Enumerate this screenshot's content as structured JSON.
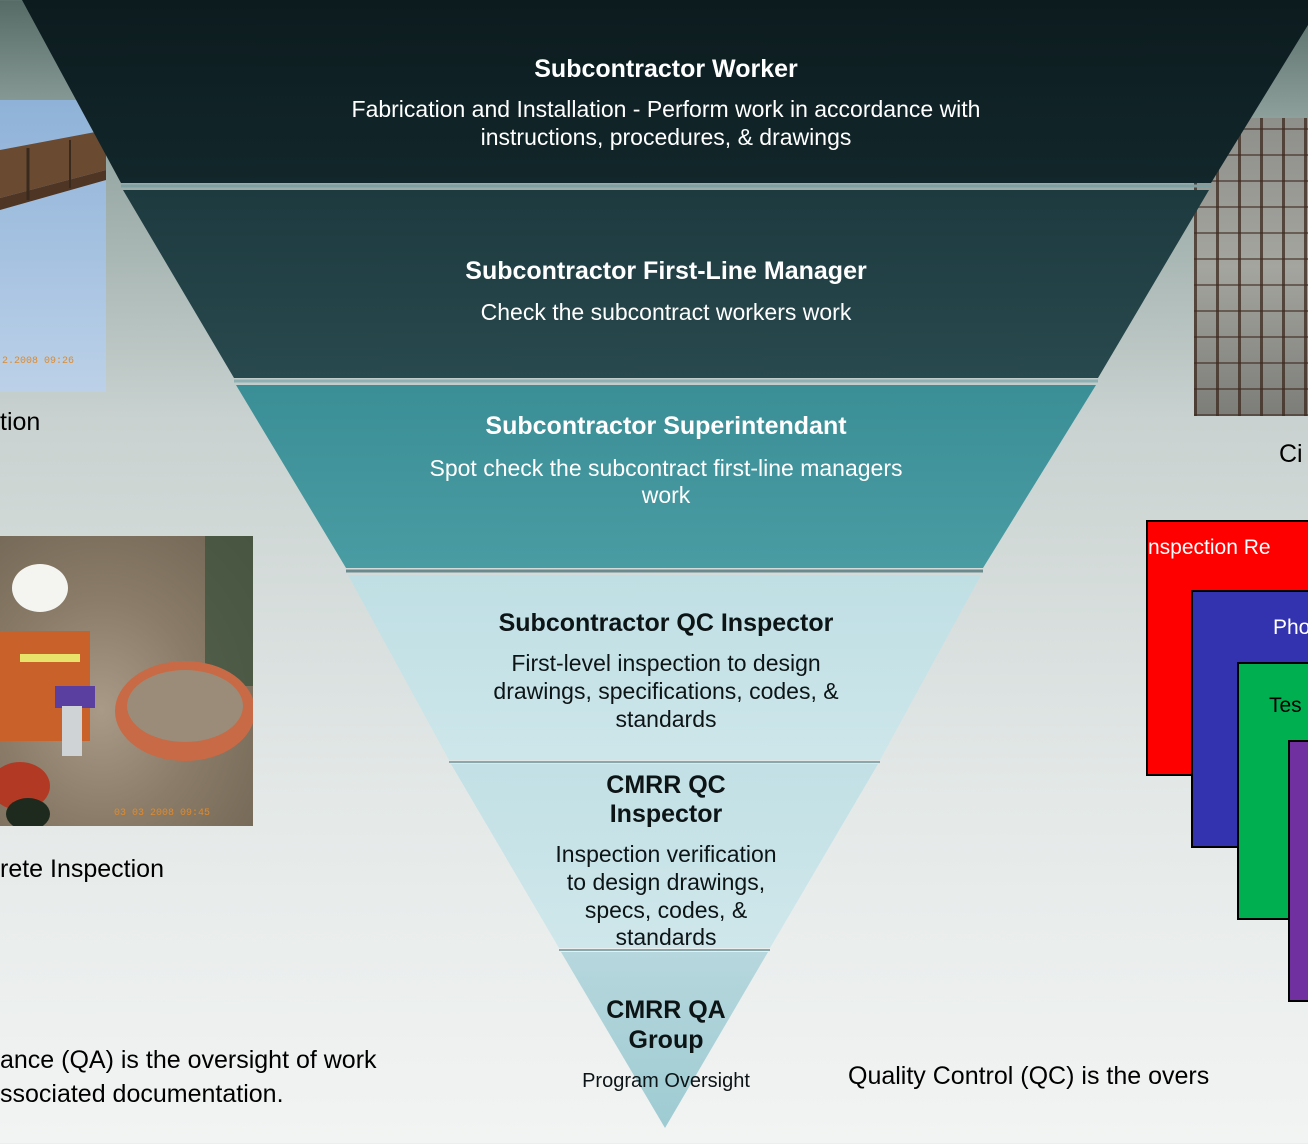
{
  "pyramid": {
    "levels": [
      {
        "title": "Subcontractor Worker",
        "desc_lines": [
          "Fabrication and Installation -  Perform work in accordance with",
          "instructions, procedures, & drawings"
        ]
      },
      {
        "title": "Subcontractor First-Line Manager",
        "desc_lines": [
          "Check the subcontract workers work"
        ]
      },
      {
        "title": "Subcontractor Superintendant",
        "desc_lines": [
          "Spot check the subcontract first-line managers",
          "work"
        ]
      },
      {
        "title": "Subcontractor QC Inspector",
        "desc_lines": [
          "First-level inspection to design",
          "drawings, specifications, codes, &",
          "standards"
        ]
      },
      {
        "title_lines": [
          "CMRR QC",
          "Inspector"
        ],
        "desc_lines": [
          "Inspection verification",
          "to design drawings,",
          "specs, codes, &",
          "standards"
        ]
      },
      {
        "title_lines": [
          "CMRR QA",
          "Group"
        ],
        "desc_lines": [
          "Program Oversight"
        ]
      }
    ]
  },
  "left": {
    "photo_top_stamp": "2.2008 09:26",
    "photo_top_caption": "tion",
    "photo_bottom_stamp": "03 03 2008 09:45",
    "photo_bottom_caption": "rete Inspection",
    "qa_text_lines": [
      "ance (QA) is the oversight of work",
      "ssociated documentation."
    ]
  },
  "right": {
    "photo_caption": "Ci",
    "doc_stack": [
      "nspection Re",
      "Pho",
      "Tes",
      ""
    ],
    "qc_text": "Quality Control (QC) is the overs"
  },
  "colors": {
    "level1": "#0f2023",
    "level2": "#234247",
    "level3": "#3f9298",
    "level4": "#c4e1e6",
    "level5": "#c4e1e6",
    "level6": "#b8d9df",
    "doc_red": "#ff0000",
    "doc_blue": "#3333b0",
    "doc_green": "#00b050",
    "doc_purple": "#7030a0"
  }
}
